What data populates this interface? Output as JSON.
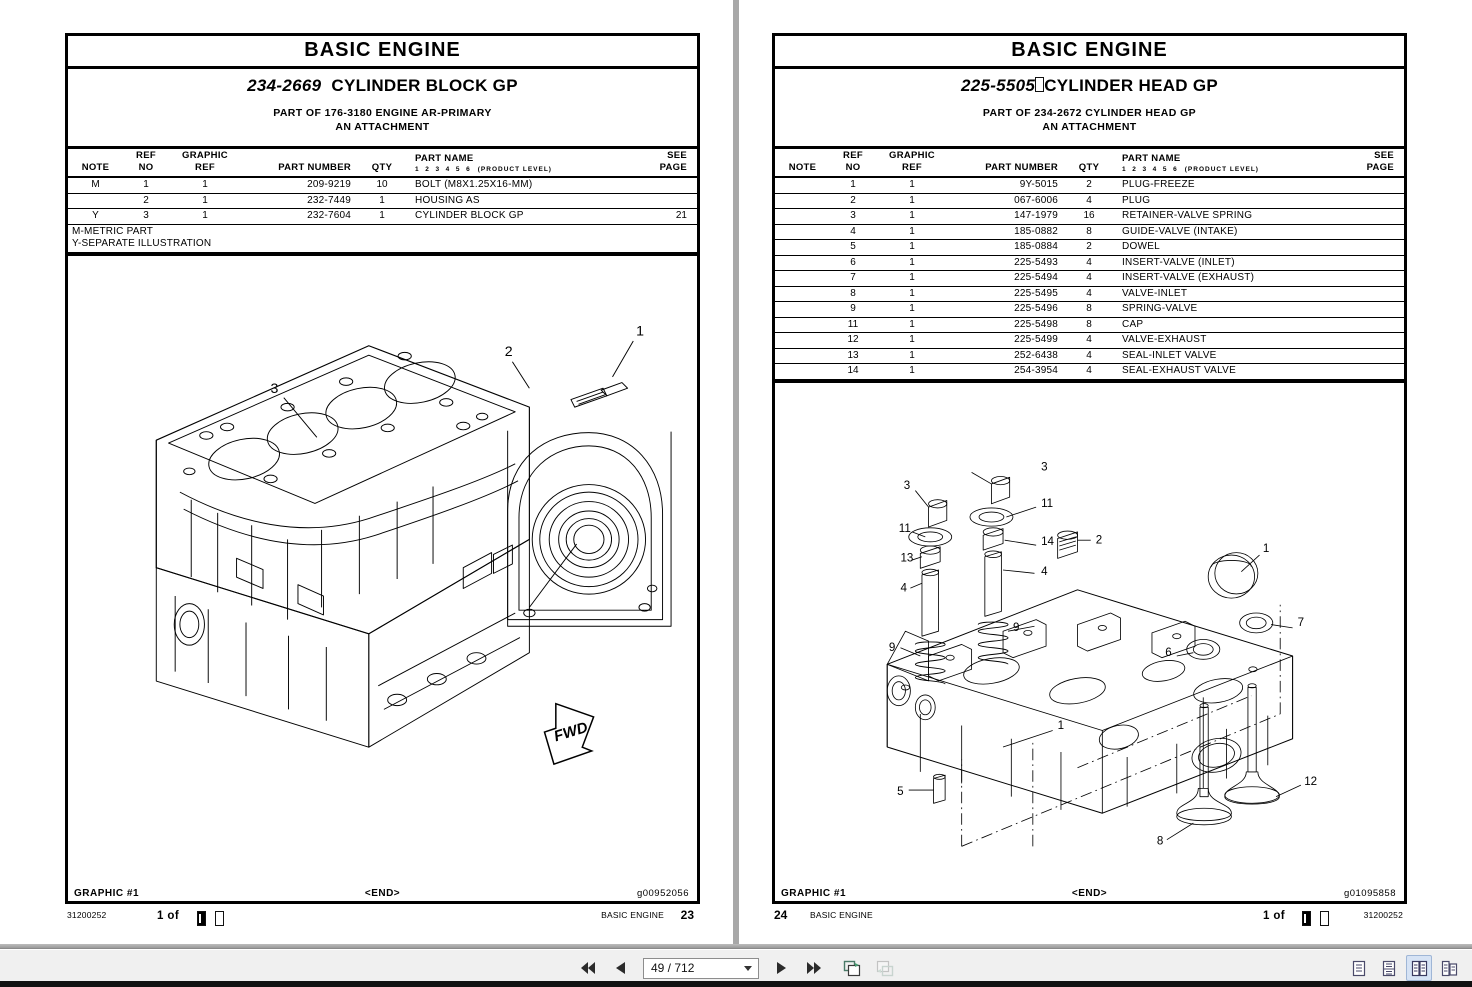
{
  "viewer": {
    "toolbar": {
      "first_page_label": "First page",
      "prev_page_label": "Previous page",
      "next_page_label": "Next page",
      "last_page_label": "Last page",
      "page_indicator": "49 / 712",
      "rotate_forward_label": "Next view",
      "rotate_back_label": "Previous view",
      "view_single_label": "Single page",
      "view_continuous_label": "Continuous",
      "view_two_up_label": "Two pages",
      "view_book_label": "Book view",
      "active_view": "view_two_up",
      "accent": "#d6e3f5",
      "toolbar_bg": "#f0f0f0"
    }
  },
  "left_page": {
    "header": {
      "section": "BASIC  ENGINE",
      "assembly_number": "234-2669",
      "assembly_name": "CYLINDER BLOCK GP",
      "part_of_line1": "PART OF 176-3180 ENGINE AR-PRIMARY",
      "part_of_line2": "AN ATTACHMENT"
    },
    "table": {
      "columns": {
        "note": "NOTE",
        "ref_no_l1": "REF",
        "ref_no_l2": "NO",
        "graphic_ref_l1": "GRAPHIC",
        "graphic_ref_l2": "REF",
        "part_number": "PART NUMBER",
        "qty": "QTY",
        "part_name": "PART NAME",
        "product_level_nums": "1  2  3  4  5  6",
        "product_level_label": "(PRODUCT LEVEL)",
        "see_page_l1": "SEE",
        "see_page_l2": "PAGE"
      },
      "rows": [
        {
          "note": "M",
          "ref_no": "1",
          "graphic_ref": "1",
          "part_number": "209-9219",
          "qty": "10",
          "part_name": "BOLT (M8X1.25X16-MM)",
          "see_page": ""
        },
        {
          "note": "",
          "ref_no": "2",
          "graphic_ref": "1",
          "part_number": "232-7449",
          "qty": "1",
          "part_name": "HOUSING AS",
          "see_page": ""
        },
        {
          "note": "Y",
          "ref_no": "3",
          "graphic_ref": "1",
          "part_number": "232-7604",
          "qty": "1",
          "part_name": "CYLINDER BLOCK GP",
          "see_page": "21"
        }
      ],
      "legend": [
        "M-METRIC PART",
        "Y-SEPARATE ILLUSTRATION"
      ]
    },
    "drawing": {
      "graphic_label": "GRAPHIC #1",
      "end_label": "<END>",
      "graphic_id": "g00952056",
      "direction_marker": "FWD",
      "callouts": [
        "1",
        "2",
        "3"
      ]
    },
    "footer": {
      "doc_number": "31200252",
      "of_text": "1 of",
      "of_value": "1",
      "section": "BASIC ENGINE",
      "page_number": "23"
    }
  },
  "right_page": {
    "header": {
      "section": "BASIC  ENGINE",
      "assembly_number": "225-5505",
      "assembly_name": "CYLINDER HEAD GP",
      "part_of_line1": "PART OF 234-2672 CYLINDER HEAD GP",
      "part_of_line2": "AN ATTACHMENT"
    },
    "table": {
      "columns": {
        "note": "NOTE",
        "ref_no_l1": "REF",
        "ref_no_l2": "NO",
        "graphic_ref_l1": "GRAPHIC",
        "graphic_ref_l2": "REF",
        "part_number": "PART NUMBER",
        "qty": "QTY",
        "part_name": "PART NAME",
        "product_level_nums": "1  2  3  4  5  6",
        "product_level_label": "(PRODUCT LEVEL)",
        "see_page_l1": "SEE",
        "see_page_l2": "PAGE"
      },
      "rows": [
        {
          "note": "",
          "ref_no": "1",
          "graphic_ref": "1",
          "part_number": "9Y-5015",
          "qty": "2",
          "part_name": "PLUG-FREEZE",
          "see_page": ""
        },
        {
          "note": "",
          "ref_no": "2",
          "graphic_ref": "1",
          "part_number": "067-6006",
          "qty": "4",
          "part_name": "PLUG",
          "see_page": ""
        },
        {
          "note": "",
          "ref_no": "3",
          "graphic_ref": "1",
          "part_number": "147-1979",
          "qty": "16",
          "part_name": "RETAINER-VALVE SPRING",
          "see_page": ""
        },
        {
          "note": "",
          "ref_no": "4",
          "graphic_ref": "1",
          "part_number": "185-0882",
          "qty": "8",
          "part_name": "GUIDE-VALVE (INTAKE)",
          "see_page": ""
        },
        {
          "note": "",
          "ref_no": "5",
          "graphic_ref": "1",
          "part_number": "185-0884",
          "qty": "2",
          "part_name": "DOWEL",
          "see_page": ""
        },
        {
          "note": "",
          "ref_no": "6",
          "graphic_ref": "1",
          "part_number": "225-5493",
          "qty": "4",
          "part_name": "INSERT-VALVE (INLET)",
          "see_page": ""
        },
        {
          "note": "",
          "ref_no": "7",
          "graphic_ref": "1",
          "part_number": "225-5494",
          "qty": "4",
          "part_name": "INSERT-VALVE (EXHAUST)",
          "see_page": ""
        },
        {
          "note": "",
          "ref_no": "8",
          "graphic_ref": "1",
          "part_number": "225-5495",
          "qty": "4",
          "part_name": "VALVE-INLET",
          "see_page": ""
        },
        {
          "note": "",
          "ref_no": "9",
          "graphic_ref": "1",
          "part_number": "225-5496",
          "qty": "8",
          "part_name": "SPRING-VALVE",
          "see_page": ""
        },
        {
          "note": "",
          "ref_no": "11",
          "graphic_ref": "1",
          "part_number": "225-5498",
          "qty": "8",
          "part_name": "CAP",
          "see_page": ""
        },
        {
          "note": "",
          "ref_no": "12",
          "graphic_ref": "1",
          "part_number": "225-5499",
          "qty": "4",
          "part_name": "VALVE-EXHAUST",
          "see_page": ""
        },
        {
          "note": "",
          "ref_no": "13",
          "graphic_ref": "1",
          "part_number": "252-6438",
          "qty": "4",
          "part_name": "SEAL-INLET VALVE",
          "see_page": ""
        },
        {
          "note": "",
          "ref_no": "14",
          "graphic_ref": "1",
          "part_number": "254-3954",
          "qty": "4",
          "part_name": "SEAL-EXHAUST VALVE",
          "see_page": ""
        }
      ],
      "legend": []
    },
    "drawing": {
      "graphic_label": "GRAPHIC #1",
      "end_label": "<END>",
      "graphic_id": "g01095858",
      "callouts": [
        "1",
        "2",
        "3",
        "4",
        "5",
        "6",
        "7",
        "8",
        "9",
        "11",
        "12",
        "13",
        "14"
      ]
    },
    "footer": {
      "doc_number": "31200252",
      "of_text": "1 of",
      "of_value": "1",
      "section": "BASIC ENGINE",
      "page_number": "24"
    }
  }
}
